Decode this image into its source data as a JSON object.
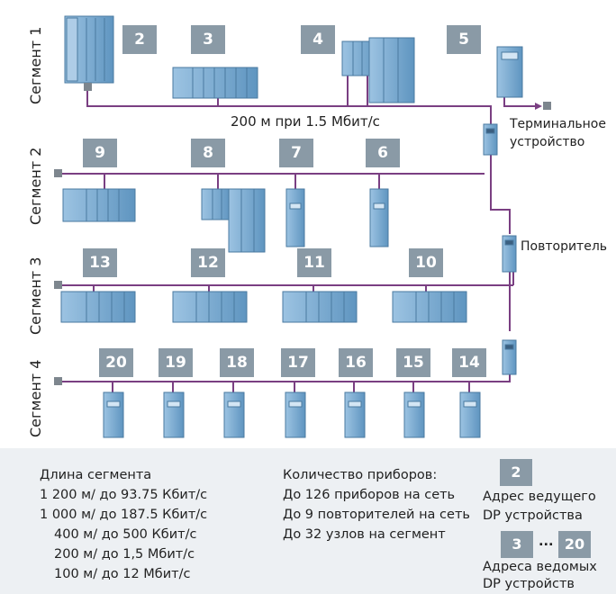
{
  "segments": [
    "Сегмент 1",
    "Сегмент 2",
    "Сегмент 3",
    "Сегмент 4"
  ],
  "node_numbers": {
    "s1": [
      "2",
      "3",
      "4",
      "5"
    ],
    "s2": [
      "9",
      "8",
      "7",
      "6"
    ],
    "s3": [
      "13",
      "12",
      "11",
      "10"
    ],
    "s4": [
      "20",
      "19",
      "18",
      "17",
      "16",
      "15",
      "14"
    ]
  },
  "bus_speed_label": "200 м при 1.5 Мбит/с",
  "terminal_label": [
    "Терминальное",
    "устройство"
  ],
  "repeater_label": "Повторитель",
  "legend": {
    "length_title": "Длина сегмента",
    "length_rows": [
      "1 200 м/ до 93.75 Кбит/с",
      "1 000 м/ до 187.5 Кбит/с",
      "400 м/ до 500 Кбит/с",
      "200 м/ до 1,5 Мбит/с",
      "100 м/ до 12 Мбит/с"
    ],
    "count_title": "Количество приборов:",
    "count_rows": [
      "До 126 приборов на сеть",
      "До 9 повторителей на сеть",
      "До 32 узлов на сегмент"
    ],
    "master_number": "2",
    "master_text": [
      "Адрес ведущего",
      "DP устройства"
    ],
    "slave_from": "3",
    "slave_ellipsis": "...",
    "slave_to": "20",
    "slave_text": [
      "Адреса ведомых",
      "DP устройств"
    ]
  },
  "colors": {
    "bus": "#7a3f82",
    "module": "#6a9fc9",
    "module_light": "#a9cbe6",
    "label_box": "#8a9aa6",
    "legend_bg": "#edf0f3"
  }
}
